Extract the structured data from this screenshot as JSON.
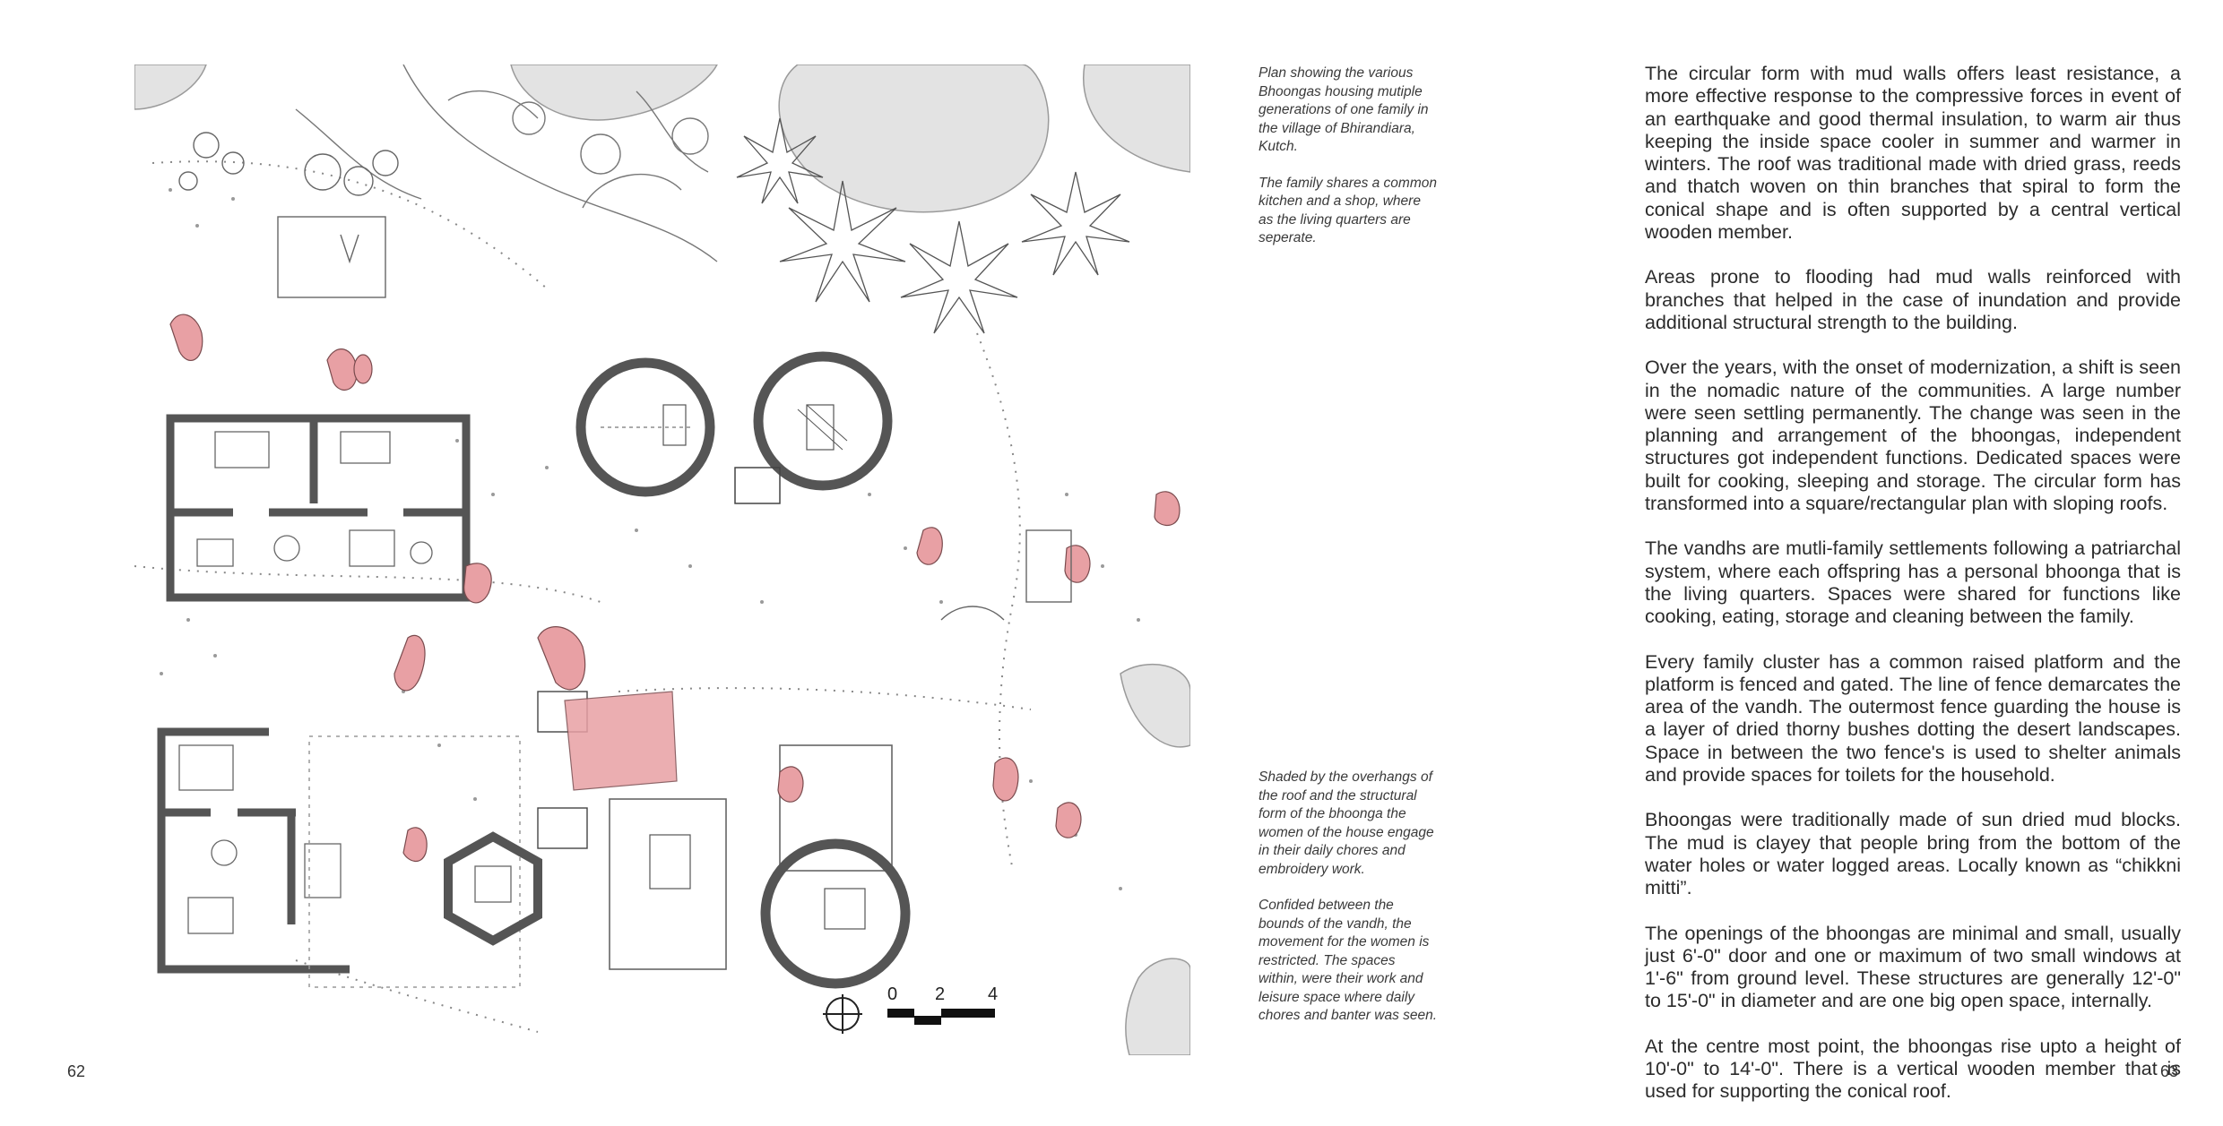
{
  "captions": {
    "top": [
      "Plan showing the various Bhoongas housing mutiple generations of one family in the village of Bhirandiara, Kutch.",
      "The family shares a common kitchen and a shop, where as the living quarters are seperate."
    ],
    "bottom": [
      "Shaded by the overhangs of the roof and the structural form of the bhoonga the women of the house engage in their daily chores and embroidery work.",
      "Confided between the bounds of the vandh, the movement for the women is restricted. The spaces within, were their work and leisure space where daily chores and banter was seen."
    ]
  },
  "scale_bar": {
    "labels": [
      "0",
      "2",
      "4"
    ]
  },
  "body_paragraphs": [
    "The circular form with mud walls offers least resistance, a more effective response to the compressive forces in event of an earthquake and good thermal insulation, to warm air thus keeping the inside space cooler in summer and warmer in winters. The roof was traditional made with dried grass, reeds and thatch woven on thin branches that spiral to form the conical shape and is often supported by a central vertical wooden member.",
    "Areas prone to flooding had mud walls reinforced with branches that helped in the case of inundation and provide additional structural strength to the building.",
    "Over the years, with the onset of modernization, a shift is seen in the nomadic nature of the communities. A large number were seen settling permanently. The change was seen in the planning and arrangement of the bhoongas, independent structures got independent functions. Dedicated spaces were built for cooking, sleeping and storage. The circular form has transformed into a square/rectangular plan with sloping roofs.",
    "The vandhs are mutli-family settlements following a patriarchal system, where each offspring has a personal bhoonga that is the living quarters. Spaces were shared for functions like cooking, eating, storage and cleaning between the family.",
    "Every family cluster has a common raised platform and the platform is fenced and gated. The line of fence demarcates the area of the vandh. The outermost fence guarding the house is a layer of dried thorny bushes dotting the desert landscapes. Space in between the two fence's is used to shelter animals and provide spaces for toilets for the household.",
    "Bhoongas were traditionally made of sun dried mud blocks. The mud is clayey that people bring from the bottom of the water holes or water logged areas. Locally known as “chikkni mitti”.",
    "The openings of the bhoongas are minimal and small, usually just 6'-0\" door and one or maximum of two small windows at 1'-6\" from ground level. These structures are generally 12'-0\" to 15'-0\" in diameter and are one big open space, internally.",
    "At the centre most point, the bhoongas rise upto a height of 10'-0\" to 14'-0\". There is a vertical wooden member that is used for supporting the conical roof."
  ],
  "page_numbers": {
    "left": "62",
    "right": "63"
  },
  "colors": {
    "wall": "#555555",
    "figure_pink": "#e8a0a4",
    "tree_grey": "#e2e2e2",
    "text": "#2b2b2b"
  }
}
